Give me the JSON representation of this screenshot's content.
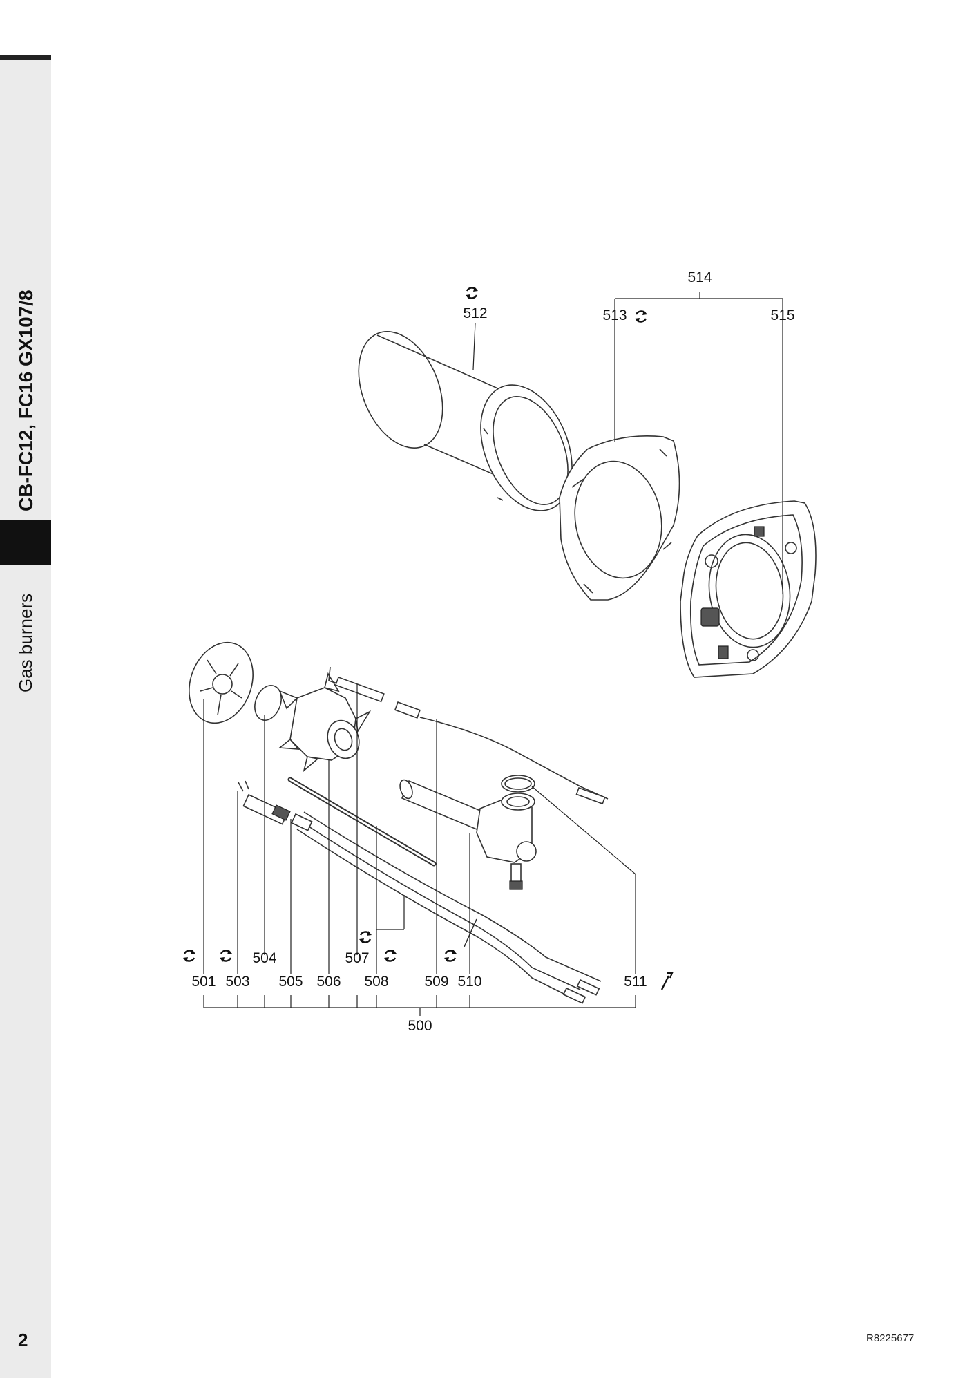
{
  "sidebar": {
    "title": "CB-FC12, FC16 GX107/8",
    "subtitle": "Gas burners"
  },
  "page_number": "2",
  "document_ref": "R8225677",
  "callouts": {
    "l500": "500",
    "l501": "501",
    "l503": "503",
    "l504": "504",
    "l505": "505",
    "l506": "506",
    "l507": "507",
    "l508": "508",
    "l509": "509",
    "l510": "510",
    "l511": "511",
    "l512": "512",
    "l513": "513",
    "l514": "514",
    "l515": "515"
  },
  "icons": {
    "wear_part": "circular-arrows-icon",
    "tool": "wrench-icon"
  }
}
